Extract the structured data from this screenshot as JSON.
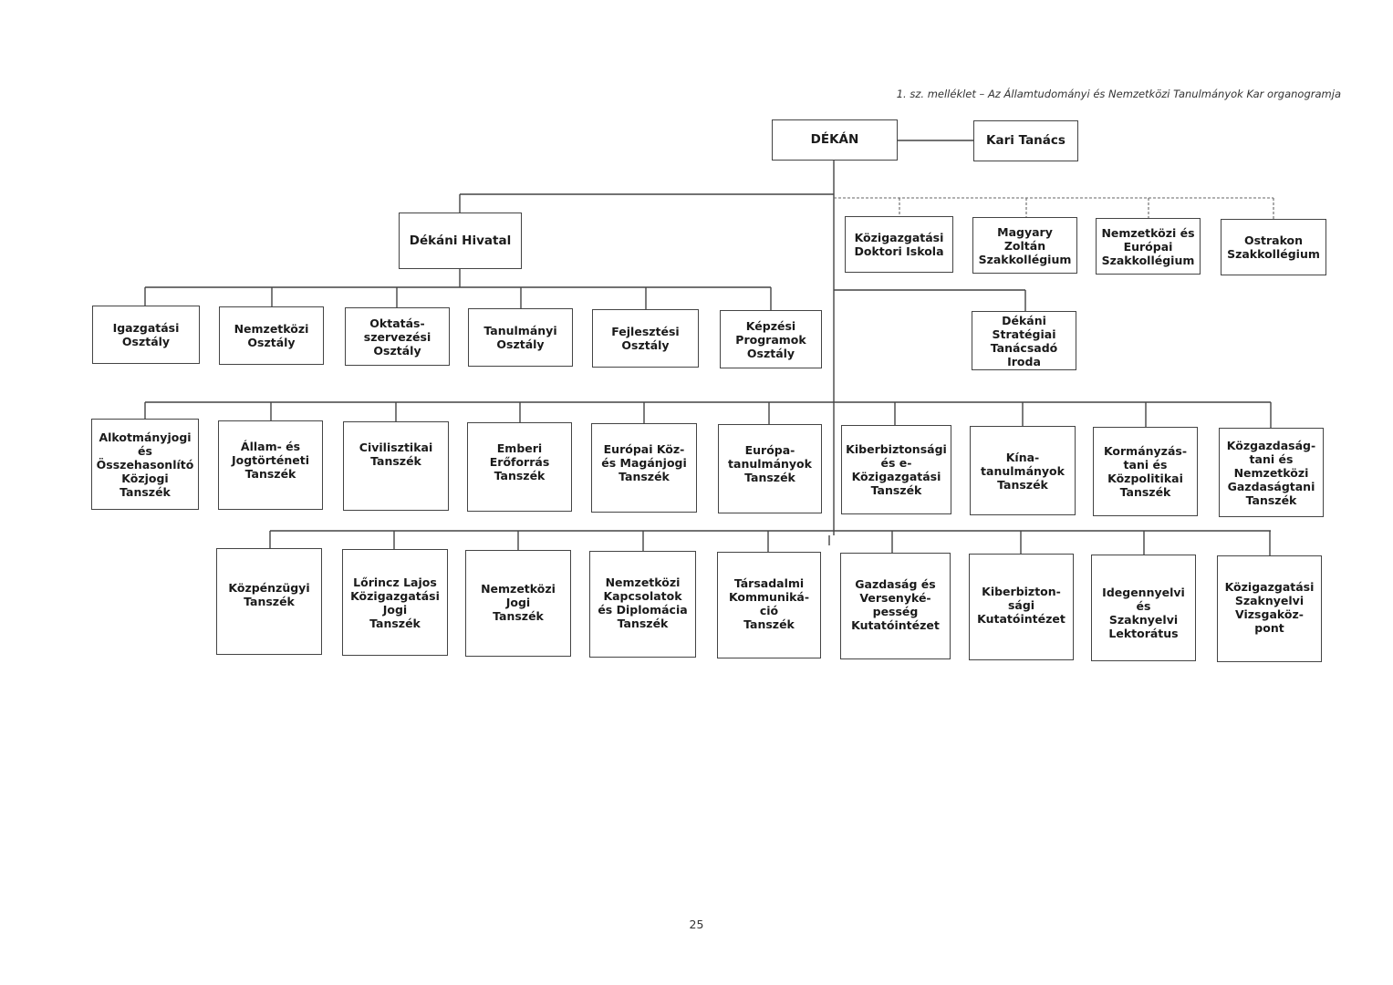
{
  "header": "1.  sz. melléklet – Az Államtudományi és Nemzetközi Tanulmányok Kar organogramja",
  "page_number": "25",
  "nodes": {
    "dekan": "DÉKÁN",
    "kari_tanacs": "Kari Tanács",
    "dekani_hivatal": "Dékáni Hivatal",
    "doktori_iskola": "Közigazgatási\nDoktori Iskola",
    "magyary": "Magyary\nZoltán\nSzakkollégium",
    "nemz_europai_szk": "Nemzetközi és\nEurópai\nSzakkollégium",
    "ostrakon": "Ostrakon\nSzakkollégium",
    "igazgatasi": "Igazgatási\nOsztály",
    "nemz_osztaly": "Nemzetközi\nOsztály",
    "oktatasszerv": "Oktatás-\nszervezési\nOsztály",
    "tanulmanyi": "Tanulmányi\nOsztály",
    "fejlesztesi": "Fejlesztési\nOsztály",
    "kepzesi": "Képzési\nProgramok\nOsztály",
    "strategiai": "Dékáni\nStratégiai\nTanácsadó\nIroda",
    "alkotmanyjogi": "Alkotmányjogi\nés\nÖsszehasonlító\nKözjogi\nTanszék",
    "allam_jogtort": "Állam- és\nJogtörténeti\nTanszék",
    "civilisztikai": "Civilisztikai\nTanszék",
    "emberi": "Emberi\nErőforrás\nTanszék",
    "europai_koz": "Európai Köz-\nés Magánjogi\nTanszék",
    "europa_tan": "Európa-\ntanulmányok\nTanszék",
    "kiberbiztonsagi": "Kiberbiztonsági\nés e-\nKözigazgatási\nTanszék",
    "kina": "Kína-\ntanulmányok\nTanszék",
    "kormanyzas": "Kormányzás-\ntani és\nKözpolitikai\nTanszék",
    "kozgazdasag": "Közgazdaság-\ntani és\nNemzetközi\nGazdaságtani\nTanszék",
    "kozpenzugyi": "Közpénzügyi\nTanszék",
    "lorincz": "Lőrincz Lajos\nKözigazgatási\nJogi\nTanszék",
    "nemz_jogi": "Nemzetközi\nJogi\nTanszék",
    "nemz_kapcs": "Nemzetközi\nKapcsolatok\nés Diplomácia\nTanszék",
    "tarsadalmi": "Társadalmi\nKommuniká-\nció\nTanszék",
    "gazdasag_verseny": "Gazdaság és\nVersenyké-\npesség\nKutatóintézet",
    "kiber_kutato": "Kiberbizton-\nsági\nKutatóintézet",
    "idegennyelvi": "Idegennyelvi és\nSzaknyelvi\nLektorátus",
    "vizsgakozpont": "Közigazgatási\nSzaknyelvi\nVizsgaköz-\npont"
  }
}
